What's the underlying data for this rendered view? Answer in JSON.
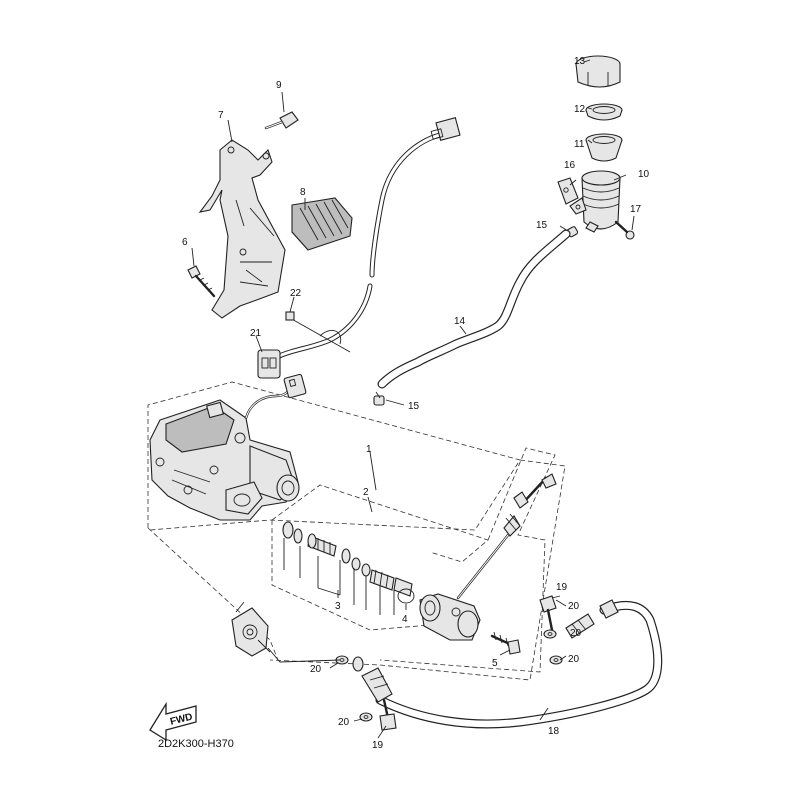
{
  "diagram_code": "2D2K300-H370",
  "fwd_label": "FWD",
  "callouts": {
    "c1": "1",
    "c2": "2",
    "c3": "3",
    "c4": "4",
    "c5": "5",
    "c6": "6",
    "c7": "7",
    "c8": "8",
    "c9": "9",
    "c10": "10",
    "c11": "11",
    "c12": "12",
    "c13": "13",
    "c14": "14",
    "c15a": "15",
    "c15b": "15",
    "c16": "16",
    "c17": "17",
    "c18": "18",
    "c19a": "19",
    "c19b": "19",
    "c20a": "20",
    "c20b": "20",
    "c20c": "20",
    "c20d": "20",
    "c20e": "20",
    "c21": "21",
    "c22": "22"
  }
}
